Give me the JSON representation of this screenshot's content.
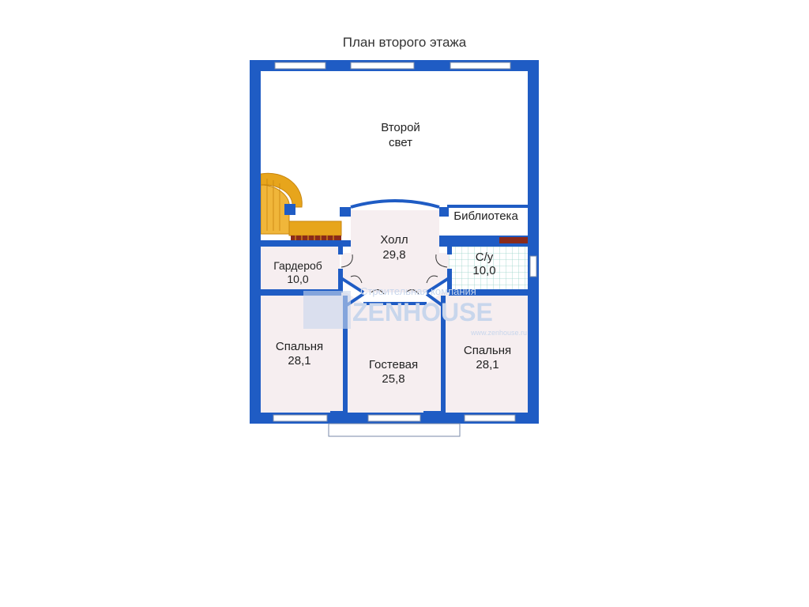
{
  "title": "План второго этажа",
  "rooms": {
    "second_light": {
      "line1": "Второй",
      "line2": "свет"
    },
    "library": {
      "name": "Библиотека"
    },
    "hall": {
      "name": "Холл",
      "area": "29,8"
    },
    "wardrobe": {
      "name": "Гардероб",
      "area": "10,0"
    },
    "bathroom": {
      "name": "С/у",
      "area": "10,0"
    },
    "bedroom_left": {
      "name": "Спальня",
      "area": "28,1"
    },
    "guest": {
      "name": "Гостевая",
      "area": "25,8"
    },
    "bedroom_right": {
      "name": "Спальня",
      "area": "28,1"
    }
  },
  "watermark": {
    "brand": "ZENHOUSE",
    "tagline": "Строительная компания",
    "url": "www.zenhouse.ru"
  },
  "colors": {
    "wall": "#1f5cc4",
    "room_fill": "#f6eef0",
    "open_fill": "#ffffff",
    "stair": "#e7a51c",
    "tile_line": "#99d2c9",
    "watermark": "#c8d6ec"
  }
}
